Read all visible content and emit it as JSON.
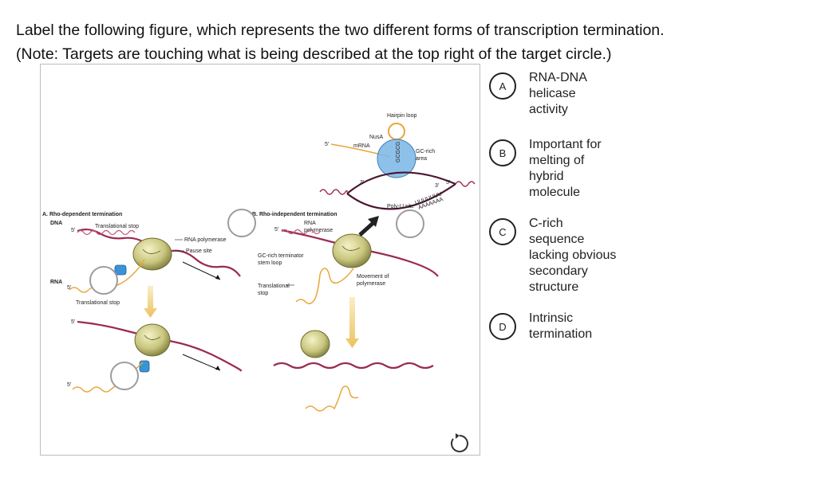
{
  "question": {
    "line1": "Label the following figure, which represents the two different forms of transcription termination.",
    "line2": "(Note: Targets are touching what is being described at the top right of the target circle.)"
  },
  "figure": {
    "panel_a_title": "A. Rho-dependent termination",
    "dna": "DNA",
    "five_prime": "5′",
    "three_prime": "3′",
    "translational_stop": "Translational stop",
    "rna_polymerase": "RNA polymerase",
    "pause_site": "Pause site",
    "rna": "RNA",
    "panel_b_title": "B. Rho-independent termination",
    "rna_polymerase_b_1": "RNA",
    "rna_polymerase_b_2": "polymerase",
    "gc_rich_terminator_1": "GC-rich terminator",
    "gc_rich_terminator_2": "stem loop",
    "translational_stop_b_1": "Translational",
    "translational_stop_b_2": "stop",
    "movement_1": "Movement of",
    "movement_2": "polymerase",
    "hairpin_loop": "Hairpin loop",
    "nusa": "NusA",
    "mrna": "mRNA",
    "gc_rich_area_1": "GC-rich",
    "gc_rich_area_2": "area",
    "poly_u_site": "Poly-U site",
    "poly_u_seq": "UUUUUUU",
    "poly_a_seq": "AAAAAAA",
    "stem_seq": "GCGCG"
  },
  "options": [
    {
      "letter": "A",
      "lines": [
        "RNA-DNA",
        "helicase",
        "activity"
      ]
    },
    {
      "letter": "B",
      "lines": [
        "Important for",
        "melting of",
        "hybrid",
        "molecule"
      ]
    },
    {
      "letter": "C",
      "lines": [
        "C-rich",
        "sequence",
        "lacking obvious",
        "secondary",
        "structure"
      ]
    },
    {
      "letter": "D",
      "lines": [
        "Intrinsic",
        "termination"
      ]
    }
  ],
  "colors": {
    "polymerase": "#c9c67e",
    "dna_strand": "#9b2b4e",
    "rna_strand": "#e8a63a",
    "rho_protein": "#3a93d6",
    "arrow": "#f0d38a",
    "nusa": "#7ab6e6"
  },
  "icons": {
    "reset": "reset-icon"
  }
}
